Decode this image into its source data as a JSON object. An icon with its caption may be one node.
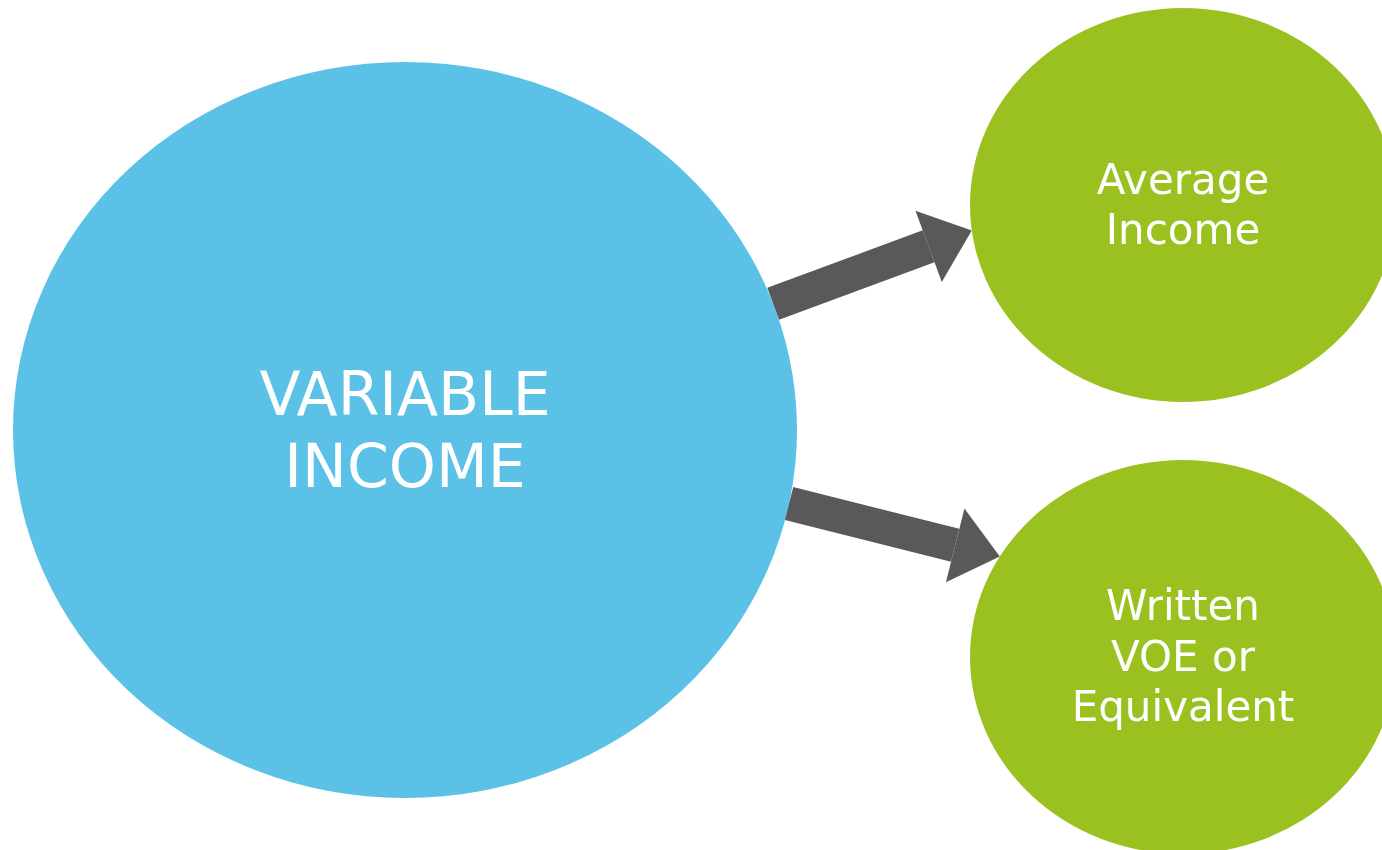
{
  "diagram": {
    "nodes": [
      {
        "text": [
          "VARIABLE INCOME"
        ]
      },
      {
        "text": [
          "Average Income"
        ]
      },
      {
        "text": [
          "Written VOE or Equivalent"
        ]
      }
    ],
    "edges": [
      {
        "from": 0,
        "to": 1,
        "arrow": "to"
      },
      {
        "from": 0,
        "to": 2,
        "arrow": "to"
      }
    ]
  }
}
